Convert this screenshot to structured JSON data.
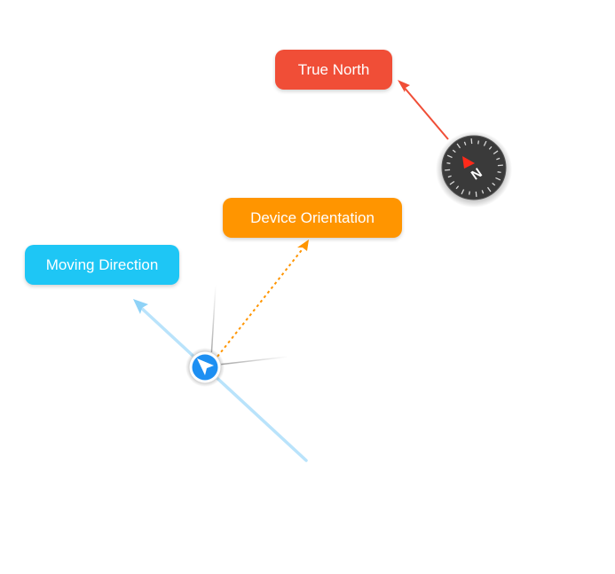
{
  "labels": {
    "true_north": "True North",
    "device_orientation": "Device Orientation",
    "moving_direction": "Moving Direction"
  },
  "compass": {
    "letter": "N"
  },
  "colors": {
    "true_north": "#f04e37",
    "device_orientation": "#ff9500",
    "moving_direction": "#1ec6f5",
    "moving_track": "#b9e3fb",
    "location_marker": "#1d8ff2",
    "compass_body": "#3a3a3a",
    "compass_needle": "#ff2a1a"
  },
  "icons": {
    "compass": "compass-icon",
    "location": "navigation-arrow-icon"
  }
}
